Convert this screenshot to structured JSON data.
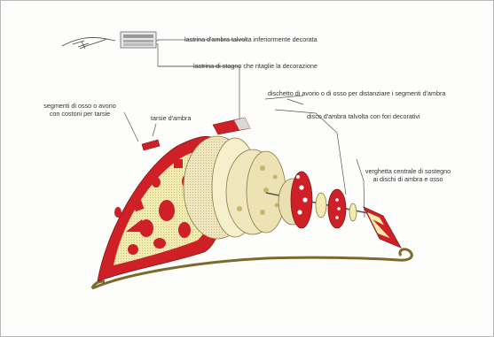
{
  "labels": {
    "lastrina_ambra": "lastrina d'ambra talvolta inferiormente decorata",
    "lastrina_stagno": "lastrina di stagno che ritaglie la decorazione",
    "dischetto": "dischetto di avorio o di osso per distanziare i segmenti d'ambra",
    "disco_ambra": "disco d'ambra talvolta con fori decorativi",
    "verghetta_line1": "verghetta centrale di sostegno",
    "verghetta_line2": "ai dischi di ambra e osso",
    "segmenti_line1": "segmenti di osso o avorio",
    "segmenti_line2": "con costoni per tarsie",
    "tarsie": "tarsie d'ambra"
  },
  "colors": {
    "red": "#cf2027",
    "ivory": "#f3ecb0",
    "cream": "#efe6bf",
    "olive": "#7a6b2a",
    "line": "#555555"
  }
}
